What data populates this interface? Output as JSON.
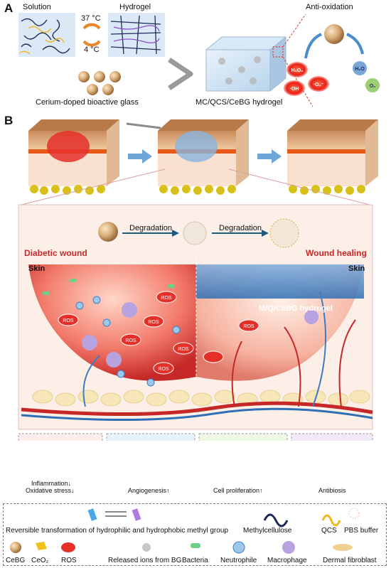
{
  "panelA": {
    "letter": "A",
    "solution": "Solution",
    "hydrogel": "Hydrogel",
    "temp_up": "37 °C",
    "temp_down": "4 °C",
    "cebg_glass": "Cerium-doped bioactive glass",
    "composite": "MC/QCS/CeBG hydrogel",
    "anti_oxidation": "Anti-oxidation",
    "ros_species": [
      "H₂O₂",
      "·OH",
      "·O₂⁻"
    ],
    "products": [
      "H₂O",
      "O₂"
    ]
  },
  "panelB": {
    "letter": "B",
    "degradation": [
      "Degradation",
      "Degradation"
    ],
    "diabetic": "Diabetic wound",
    "healing": "Wound healing",
    "skin_left": "Skin",
    "skin_right": "Skin",
    "hydrogel_label": "M/Q/CeBG hydrogel",
    "ros": "ROS",
    "effects": {
      "inflammation": "Inflammation↓",
      "oxidative": "Oxidative stress↓",
      "angiogenesis": "Angiogenesis↑",
      "proliferation": "Cell proliferation↑",
      "antibiosis": "Antibiosis"
    }
  },
  "legend": {
    "reversible": "Reversible transformation of hydrophilic and hydrophobic methyl group",
    "methylcellulose": "Methylcellulose",
    "qcs": "QCS",
    "pbs": "PBS buffer",
    "cebg": "CeBG",
    "ceo2": "CeO₂",
    "ros": "ROS",
    "ions": "Released ions from BG",
    "bacteria": "Bacteria",
    "neutrophile": "Neutrophile",
    "macrophage": "Macrophage",
    "fibroblast": "Dermal fibroblast"
  }
}
